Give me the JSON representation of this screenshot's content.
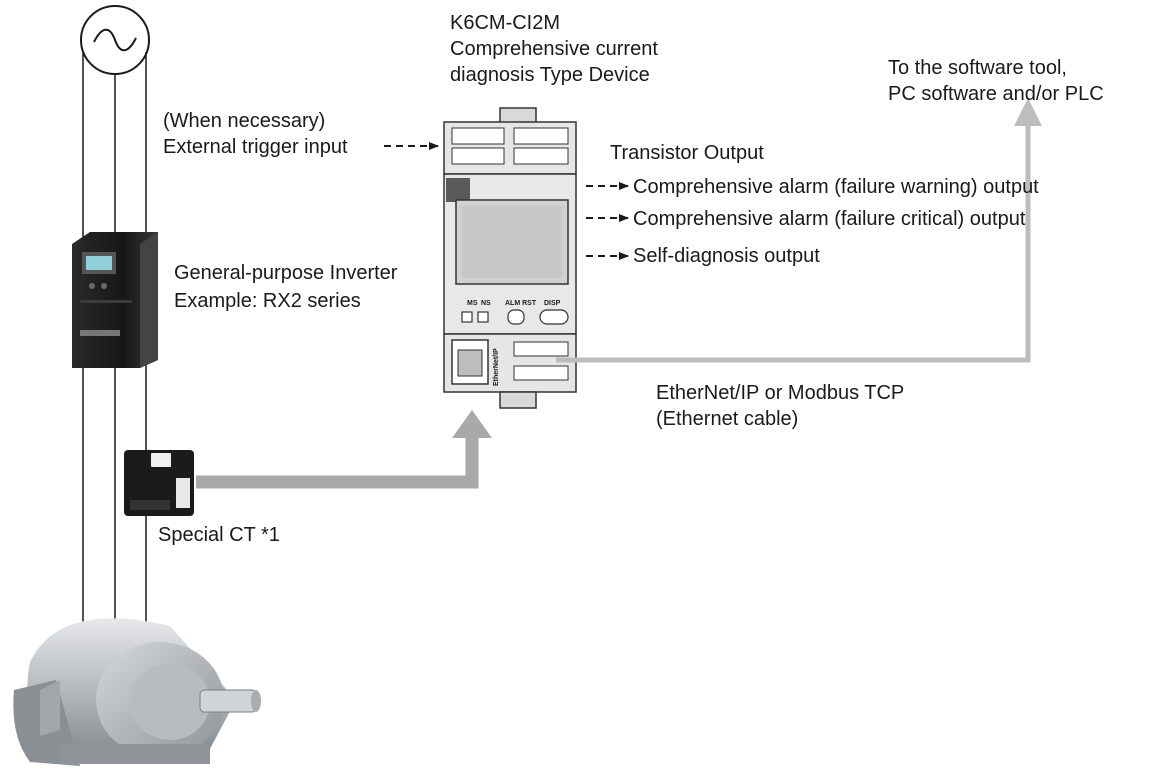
{
  "device": {
    "model": "K6CM-CI2M",
    "description_line1": "Comprehensive current",
    "description_line2": "diagnosis Type Device",
    "button_labels": [
      "MS",
      "NS",
      "ALM RST",
      "DISP"
    ],
    "port_label": "EtherNet/IP"
  },
  "trigger": {
    "line1": "(When necessary)",
    "line2": "External trigger input"
  },
  "outputs": {
    "heading": "Transistor Output",
    "items": [
      "Comprehensive alarm (failure warning) output",
      "Comprehensive alarm (failure critical) output",
      "Self-diagnosis output"
    ]
  },
  "inverter": {
    "line1": "General-purpose Inverter",
    "line2": "Example: RX2 series"
  },
  "ct": {
    "label": "Special CT *1"
  },
  "network": {
    "line1": "EtherNet/IP or Modbus TCP",
    "line2": "(Ethernet cable)"
  },
  "destination": {
    "line1": "To the software tool,",
    "line2": "PC software and/or PLC"
  },
  "colors": {
    "arrow_gray": "#bdbdbd",
    "ct_arrow_gray": "#a9a9a9",
    "device_gray": "#e2e2e2",
    "text": "#1a1a1a"
  }
}
